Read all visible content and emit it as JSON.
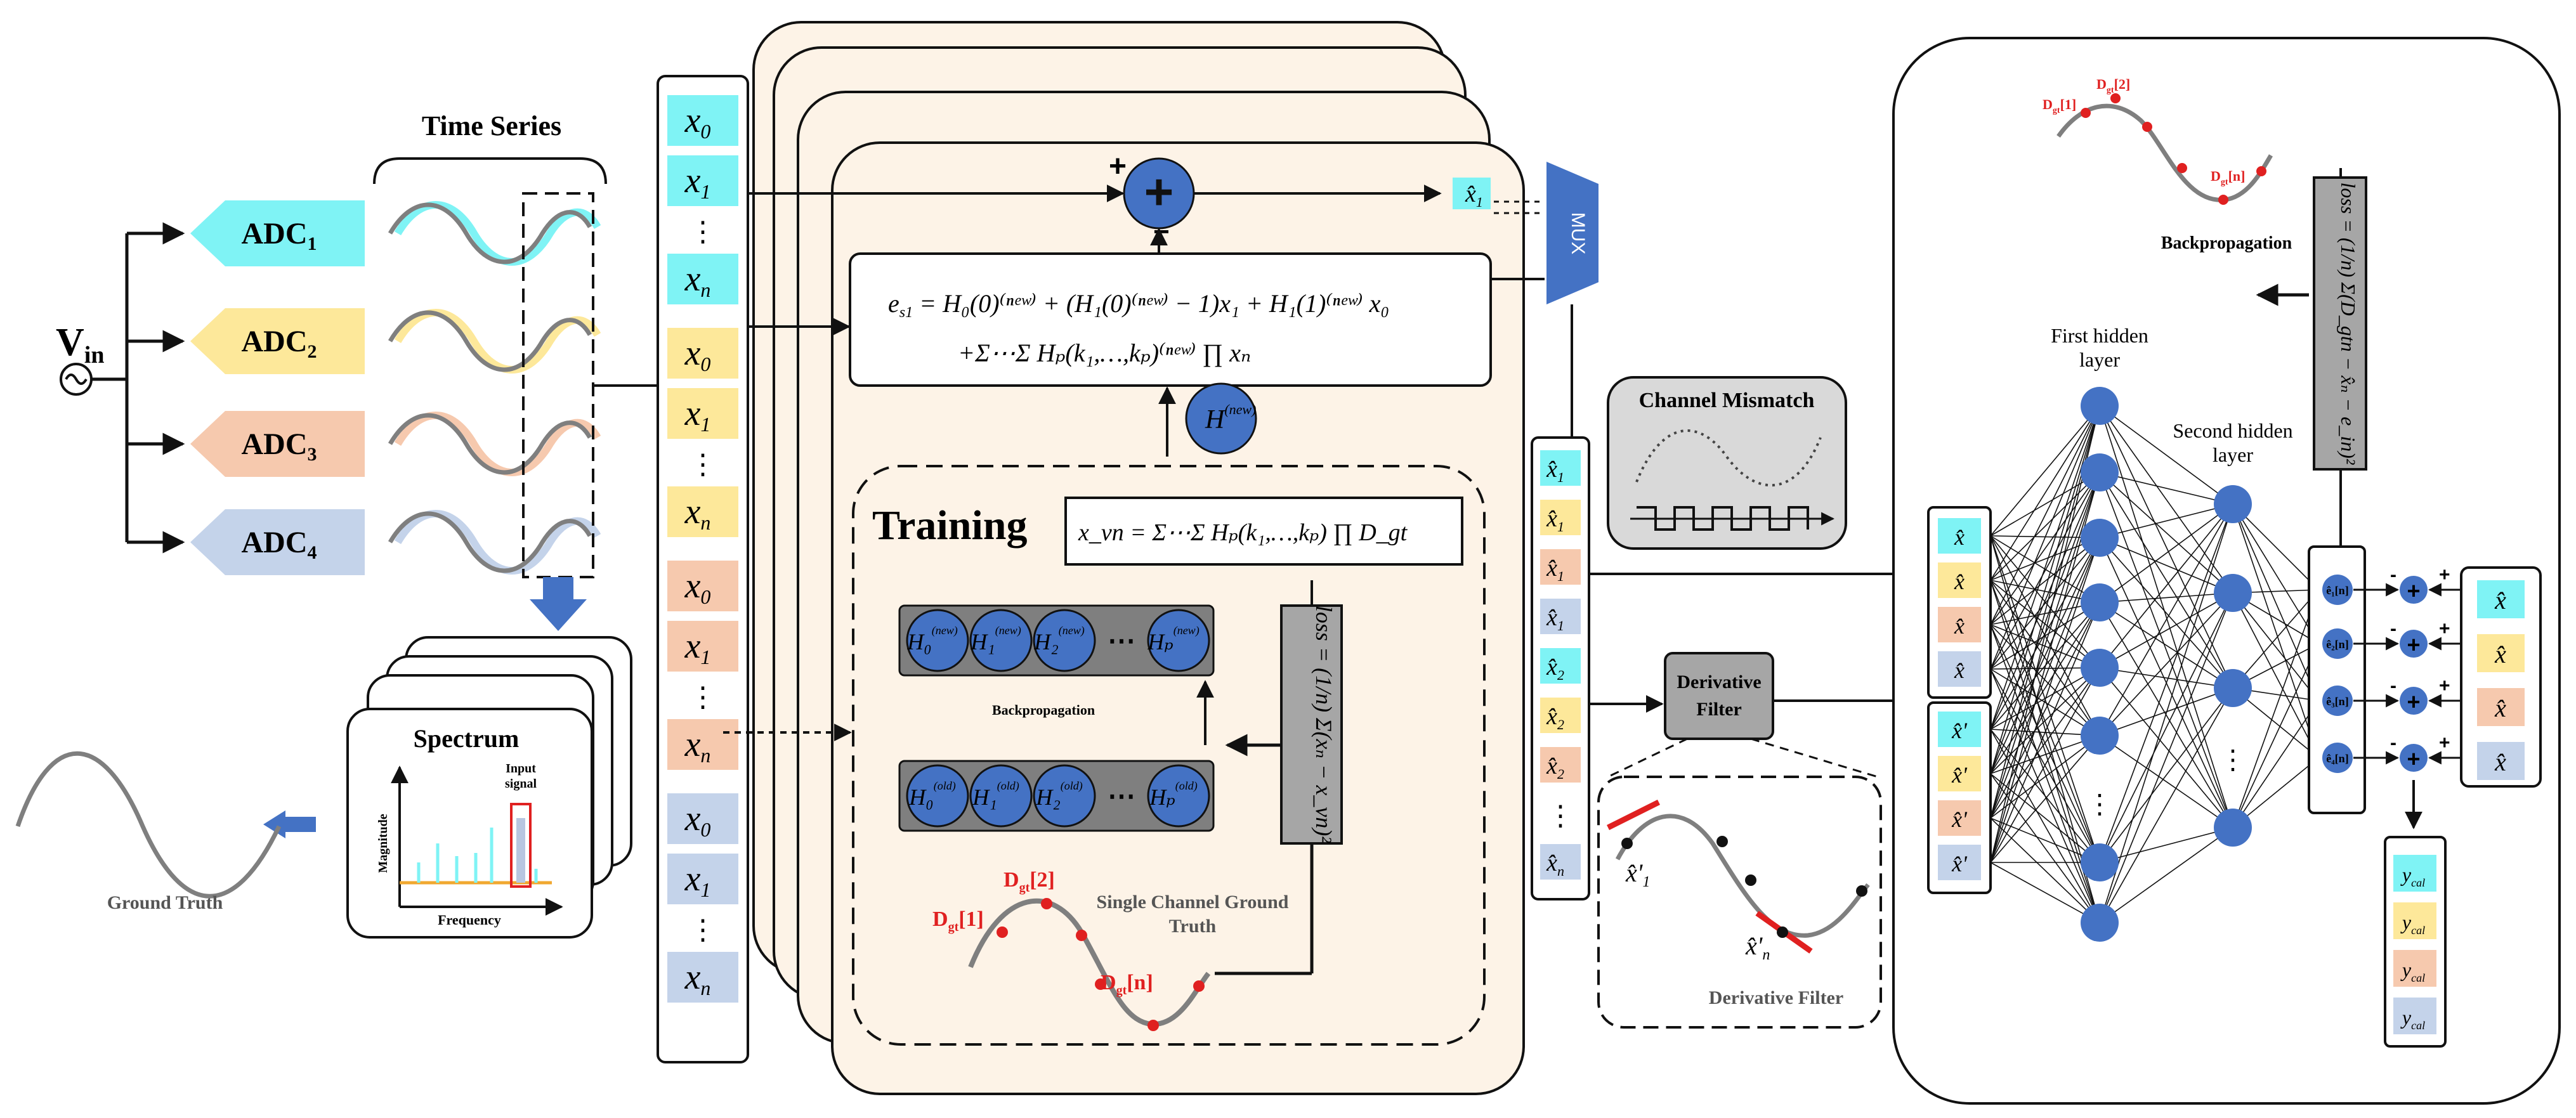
{
  "colors": {
    "cyan": "#7ff3f5",
    "yellow": "#fde89a",
    "salmon": "#f6c9ae",
    "blue_light": "#c4d3ea",
    "node_blue": "#4472c4",
    "panel_fill": "#fdf3e7",
    "gray_box": "#a6a6a6",
    "mux_blue": "#4472c4",
    "red": "#e02020",
    "wave_gray": "#7f7f7f"
  },
  "input": {
    "symbol": "V",
    "subscript": "in"
  },
  "adcs": [
    {
      "label": "ADC",
      "sub": "1",
      "color": "cyan"
    },
    {
      "label": "ADC",
      "sub": "2",
      "color": "yellow"
    },
    {
      "label": "ADC",
      "sub": "3",
      "color": "salmon"
    },
    {
      "label": "ADC",
      "sub": "4",
      "color": "blue_light"
    }
  ],
  "time_series": {
    "title": "Time Series"
  },
  "spectrum": {
    "title": "Spectrum",
    "ylabel": "Magnitude",
    "xlabel": "Frequency",
    "input_signal": [
      "Input",
      "signal"
    ]
  },
  "ground_truth_label": "Ground Truth",
  "sample_column": {
    "groups": [
      {
        "color": "cyan",
        "items": [
          "x",
          "x",
          "⋮",
          "x"
        ],
        "subs": [
          "0",
          "1",
          "",
          "n"
        ]
      },
      {
        "color": "yellow",
        "items": [
          "x",
          "x",
          "⋮",
          "x"
        ],
        "subs": [
          "0",
          "1",
          "",
          "n"
        ]
      },
      {
        "color": "salmon",
        "items": [
          "x",
          "x",
          "⋮",
          "x"
        ],
        "subs": [
          "0",
          "1",
          "",
          "n"
        ]
      },
      {
        "color": "blue_light",
        "items": [
          "x",
          "x",
          "⋮",
          "x"
        ],
        "subs": [
          "0",
          "1",
          "",
          "n"
        ]
      }
    ]
  },
  "volterra_panel": {
    "plus_sign": "+",
    "minus_sign": "−",
    "sum_symbol": "+",
    "xhat1": "x̂",
    "xhat1_sub": "1",
    "eq_line1": "e",
    "eq_line1_sub": "s1",
    "eq_line1_rest": " = H₀(0)⁽ⁿᵉʷ⁾ + (H₁(0)⁽ⁿᵉʷ⁾ − 1)x₁ + H₁(1)⁽ⁿᵉʷ⁾ x₀",
    "eq_line2": "+Σ⋯Σ Hₚ(k₁,…,kₚ)⁽ⁿᵉʷ⁾ ∏ xₙ",
    "h_new": "H",
    "h_new_sup": "(new)",
    "training_title": "Training",
    "training_eq": "x_vn = Σ⋯Σ Hₚ(k₁,…,kₚ) ∏ D_gt",
    "new_nodes": [
      "H₀",
      "H₁",
      "H₂",
      "⋯",
      "Hₚ"
    ],
    "new_sup": "(new)",
    "old_nodes": [
      "H₀",
      "H₁",
      "H₂",
      "⋯",
      "Hₚ"
    ],
    "old_sup": "(old)",
    "backprop_label": "Backpropagation",
    "loss_label": "loss = (1/n) Σ(xₙ − x_vn)²",
    "ground_truth_title": [
      "Single Channel Ground",
      "Truth"
    ],
    "dgt_labels": [
      "D",
      "D",
      "D"
    ],
    "dgt_subs": [
      "gt",
      "gt",
      "gt"
    ],
    "dgt_idx": [
      "[1]",
      "[2]",
      "[n]"
    ]
  },
  "mux_label": "MUX",
  "xhat_column": {
    "items": [
      {
        "sym": "x̂",
        "sub": "1",
        "color": "cyan"
      },
      {
        "sym": "x̂",
        "sub": "1",
        "color": "yellow"
      },
      {
        "sym": "x̂",
        "sub": "1",
        "color": "salmon"
      },
      {
        "sym": "x̂",
        "sub": "1",
        "color": "blue_light"
      },
      {
        "sym": "x̂",
        "sub": "2",
        "color": "cyan"
      },
      {
        "sym": "x̂",
        "sub": "2",
        "color": "yellow"
      },
      {
        "sym": "x̂",
        "sub": "2",
        "color": "salmon"
      },
      {
        "sym": "⋮",
        "sub": "",
        "color": "none"
      },
      {
        "sym": "x̂",
        "sub": "n",
        "color": "blue_light"
      }
    ]
  },
  "channel_mismatch": {
    "title": "Channel Mismatch"
  },
  "derivative_filter": {
    "box_label": [
      "Derivative",
      "Filter"
    ],
    "caption": "Derivative Filter",
    "label1": "x̂'",
    "label1_sub": "1",
    "label2": "x̂'",
    "label2_sub": "n"
  },
  "neural_net": {
    "first_hidden": [
      "First hidden",
      "layer"
    ],
    "second_hidden": [
      "Second hidden",
      "layer"
    ],
    "backprop_label": "Backpropagation",
    "loss_label": "loss = (1/n) Σ(D_gtn − x̂ₙ − e_in)²",
    "input_top": [
      {
        "sym": "x̂",
        "color": "cyan"
      },
      {
        "sym": "x̂",
        "color": "yellow"
      },
      {
        "sym": "x̂",
        "color": "salmon"
      },
      {
        "sym": "x̂",
        "color": "blue_light"
      }
    ],
    "input_bottom": [
      {
        "sym": "x̂'",
        "color": "cyan"
      },
      {
        "sym": "x̂'",
        "color": "yellow"
      },
      {
        "sym": "x̂'",
        "color": "salmon"
      },
      {
        "sym": "x̂'",
        "color": "blue_light"
      }
    ],
    "err_labels": [
      "ê₁[n]",
      "ê₂[n]",
      "ê₃[n]",
      "ê₄[n]"
    ],
    "right_xhat": [
      {
        "sym": "x̂",
        "color": "cyan"
      },
      {
        "sym": "x̂",
        "color": "yellow"
      },
      {
        "sym": "x̂",
        "color": "salmon"
      },
      {
        "sym": "x̂",
        "color": "blue_light"
      }
    ],
    "ycal": [
      {
        "sym": "y",
        "sub": "cal",
        "color": "cyan"
      },
      {
        "sym": "y",
        "sub": "cal",
        "color": "yellow"
      },
      {
        "sym": "y",
        "sub": "cal",
        "color": "salmon"
      },
      {
        "sym": "y",
        "sub": "cal",
        "color": "blue_light"
      }
    ],
    "dgt_labels": [
      "D",
      "D",
      "D"
    ],
    "dgt_subs": [
      "gt",
      "gt",
      "gt"
    ],
    "dgt_idx": [
      "[1]",
      "[2]",
      "[n]"
    ],
    "ellipsis": "⋮"
  }
}
